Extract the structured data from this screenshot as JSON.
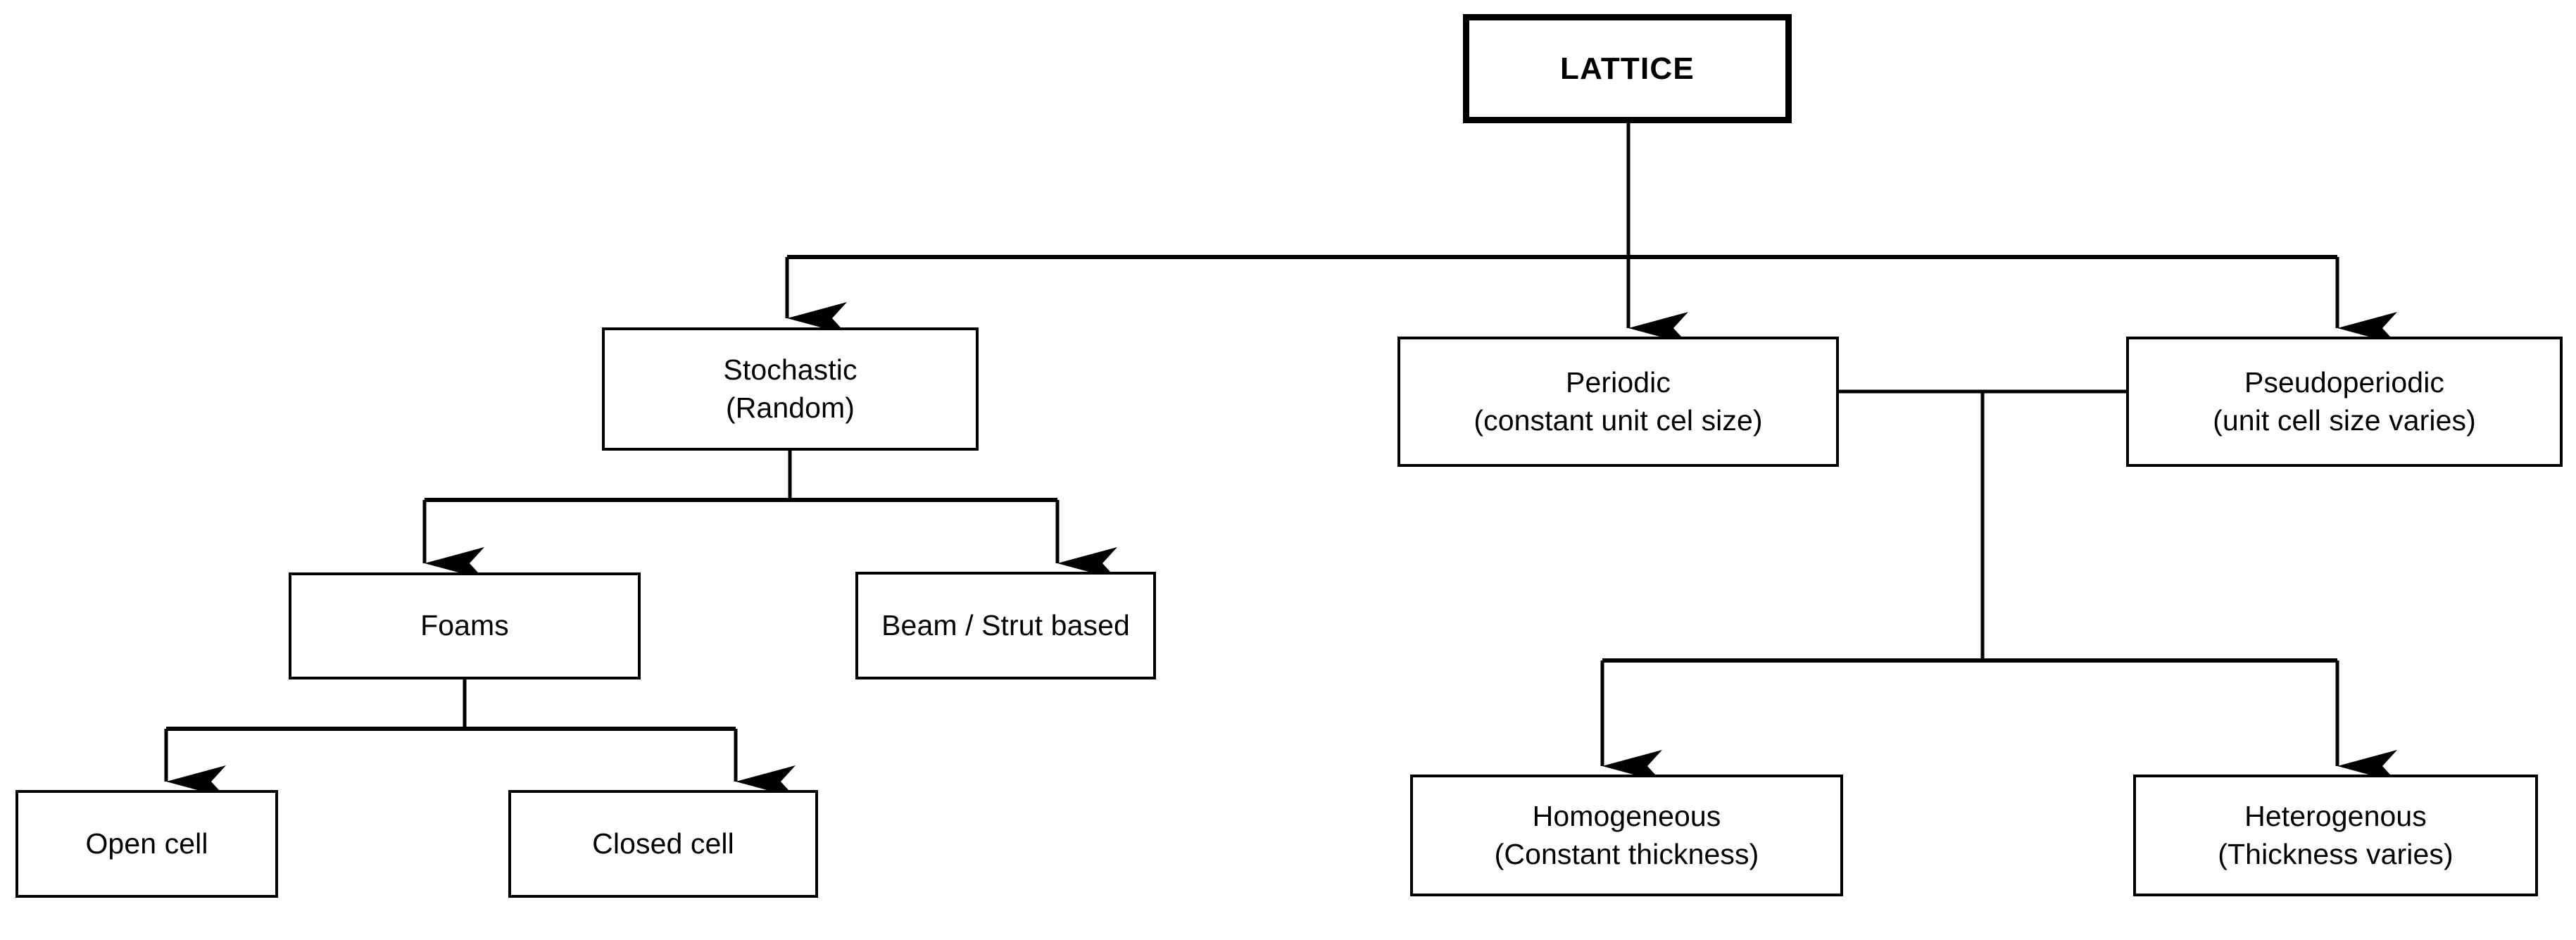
{
  "diagram": {
    "title": "Lattice classification tree",
    "stroke_color": "#000000",
    "background_color": "#ffffff",
    "nodes": {
      "lattice": {
        "line1": "LATTICE",
        "line2": ""
      },
      "stochastic": {
        "line1": "Stochastic",
        "line2": "(Random)"
      },
      "periodic": {
        "line1": "Periodic",
        "line2": "(constant unit cel size)"
      },
      "pseudoperiodic": {
        "line1": "Pseudoperiodic",
        "line2": "(unit cell size varies)"
      },
      "foams": {
        "line1": "Foams",
        "line2": ""
      },
      "beam_strut": {
        "line1": "Beam / Strut based",
        "line2": ""
      },
      "open_cell": {
        "line1": "Open cell",
        "line2": ""
      },
      "closed_cell": {
        "line1": "Closed cell",
        "line2": ""
      },
      "homogeneous": {
        "line1": "Homogeneous",
        "line2": "(Constant thickness)"
      },
      "heterogenous": {
        "line1": "Heterogenous",
        "line2": "(Thickness varies)"
      }
    },
    "edges": [
      {
        "from": "lattice",
        "to": "stochastic",
        "arrow": true
      },
      {
        "from": "lattice",
        "to": "periodic",
        "arrow": true
      },
      {
        "from": "lattice",
        "to": "pseudoperiodic",
        "arrow": true
      },
      {
        "from": "stochastic",
        "to": "foams",
        "arrow": true
      },
      {
        "from": "stochastic",
        "to": "beam_strut",
        "arrow": true
      },
      {
        "from": "foams",
        "to": "open_cell",
        "arrow": true
      },
      {
        "from": "foams",
        "to": "closed_cell",
        "arrow": true
      },
      {
        "from": "periodic",
        "to": "pseudoperiodic",
        "arrow": false
      },
      {
        "from": "periodic_pseudoperiodic_join",
        "to": "homogeneous",
        "arrow": true
      },
      {
        "from": "periodic_pseudoperiodic_join",
        "to": "heterogenous",
        "arrow": true
      }
    ]
  }
}
